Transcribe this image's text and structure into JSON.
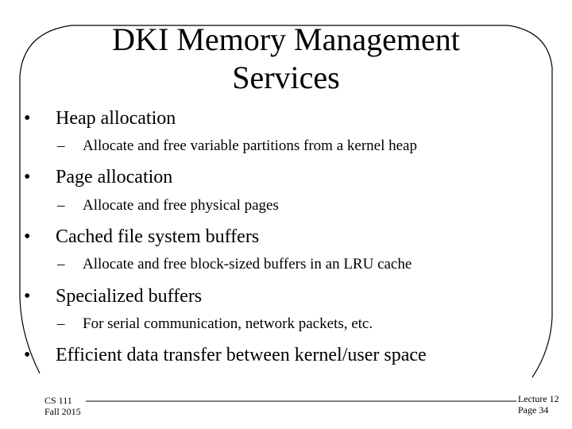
{
  "slide": {
    "title_line1": "DKI Memory Management",
    "title_line2": "Services",
    "bullets": [
      {
        "text": "Heap allocation",
        "sub": "Allocate and free variable partitions from a kernel heap"
      },
      {
        "text": "Page allocation",
        "sub": "Allocate and free physical pages"
      },
      {
        "text": "Cached file system buffers",
        "sub": "Allocate and free block-sized buffers in an LRU cache"
      },
      {
        "text": "Specialized buffers",
        "sub": "For serial communication, network packets, etc."
      },
      {
        "text": "Efficient data transfer between kernel/user space",
        "sub": null
      }
    ],
    "bullet_glyph": "•",
    "dash_glyph": "–"
  },
  "footer": {
    "course": "CS 111",
    "term": "Fall 2015",
    "lecture": "Lecture 12",
    "page": "Page 34"
  }
}
